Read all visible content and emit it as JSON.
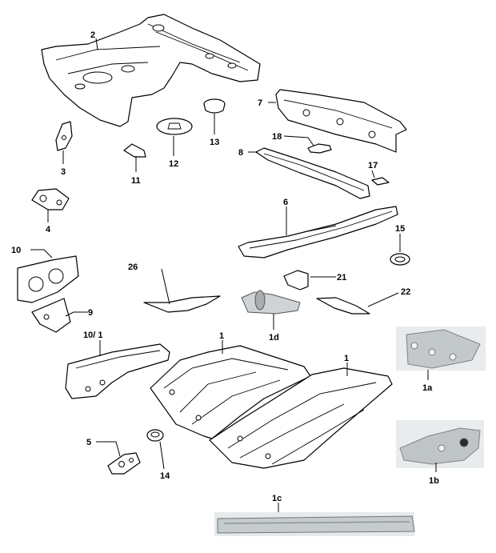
{
  "labels": {
    "p1a": "1",
    "p1b": "1",
    "p1a_photo": "1a",
    "p1b_photo": "1b",
    "p1c": "1c",
    "p1d": "1d",
    "p2": "2",
    "p3": "3",
    "p4": "4",
    "p5": "5",
    "p6": "6",
    "p7": "7",
    "p8": "8",
    "p9": "9",
    "p10": "10",
    "p10_1": "10/ 1",
    "p11": "11",
    "p12": "12",
    "p13": "13",
    "p14": "14",
    "p15": "15",
    "p17": "17",
    "p18": "18",
    "p21": "21",
    "p22": "22",
    "p26": "26"
  },
  "colors": {
    "line": "#000000",
    "photo_metal": "#c9ced1",
    "photo_bg": "#eceff0"
  }
}
